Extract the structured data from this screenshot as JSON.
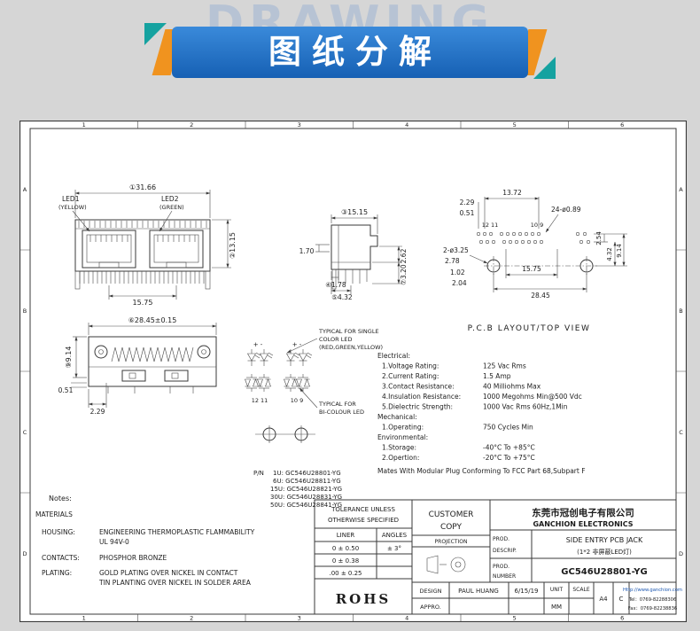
{
  "banner": {
    "watermark": "DRAWING",
    "title": "图纸分解"
  },
  "grid": {
    "cols": [
      "1",
      "2",
      "3",
      "4",
      "5",
      "6"
    ],
    "rows": [
      "A",
      "B",
      "C",
      "D"
    ]
  },
  "front_view": {
    "dim_width": "①31.66",
    "led1": "LED1",
    "led1_color": "(YELLOW)",
    "led2": "LED2",
    "led2_color": "(GREEN)",
    "dim_height": "②13.15",
    "dim_pitch": "15.75"
  },
  "bottom_view": {
    "dim_width": "⑥28.45±0.15",
    "dim_height": "⑨9.14",
    "dim_a": "0.51",
    "dim_b": "2.29"
  },
  "side_view": {
    "dim_width": "③15.15",
    "dim_a": "1.70",
    "dim_b": "④1.78",
    "dim_c": "⑤4.32",
    "dim_d": "2.62",
    "dim_e": "⑦3.20"
  },
  "led_detail": {
    "polarity": "+  -",
    "single_line1": "TYPICAL FOR SINGLE",
    "single_line2": "COLOR LED",
    "single_line3": "(RED,GREEN,YELLOW)",
    "bi_line1": "TYPICAL FOR",
    "bi_line2": "BI-COLOUR LED",
    "pins_left": "12 11",
    "pins_right": "10 9"
  },
  "pcb_view": {
    "title": "P.C.B LAYOUT/TOP VIEW",
    "dim_top": "13.72",
    "dim_a": "2.29",
    "dim_b": "0.51",
    "holes_small": "24-ø0.89",
    "pins_left": "12 11",
    "pins_right": "10 9",
    "holes_big": "2-ø3.25",
    "dim_c": "2.78",
    "dim_d": "1.02",
    "dim_e": "2.04",
    "dim_f": "15.75",
    "dim_g": "28.45",
    "dim_h": "2.54",
    "dim_i": "4.32",
    "dim_j": "9.14"
  },
  "specs": {
    "lines": [
      {
        "label": "Electrical:",
        "value": ""
      },
      {
        "label": "1.Voltage Rating:",
        "value": "125 Vac Rms"
      },
      {
        "label": "2.Current Rating:",
        "value": "1.5 Amp"
      },
      {
        "label": "3.Contact Resistance:",
        "value": "40 Milliohms Max"
      },
      {
        "label": "4.Insulation Resistance:",
        "value": "1000 Megohms Min@500 Vdc"
      },
      {
        "label": "5.Dielectric Strength:",
        "value": "1000 Vac Rms 60Hz,1Min"
      },
      {
        "label": "Mechanical:",
        "value": ""
      },
      {
        "label": "1.Operating:",
        "value": "750 Cycles Min"
      },
      {
        "label": "Environmental:",
        "value": ""
      },
      {
        "label": "1.Storage:",
        "value": "-40°C To +85°C"
      },
      {
        "label": "2.Opertion:",
        "value": "-20°C To +75°C"
      }
    ],
    "mates": "Mates With Modular Plug Conforming To FCC Part 68,Subpart F"
  },
  "part_numbers": {
    "label": "P/N",
    "items": [
      "1U: GC546U28801-YG",
      "6U: GC546U28811-YG",
      "15U: GC546U28821-YG",
      "30U: GC546U28831-YG",
      "50U: GC546U28841-YG"
    ]
  },
  "notes": {
    "title": "Notes:",
    "materials": "MATERIALS",
    "housing_label": "HOUSING:",
    "housing_value1": "ENGINEERING THERMOPLASTIC FLAMMABILITY",
    "housing_value2": "UL 94V-0",
    "contacts_label": "CONTACTS:",
    "contacts_value": "PHOSPHOR BRONZE",
    "plating_label": "PLATING:",
    "plating_value1": "GOLD PLATING OVER NICKEL IN CONTACT",
    "plating_value2": "TIN PLANTING OVER NICKEL IN SOLDER AREA"
  },
  "title_block": {
    "tolerance_line1": "TOLERANCE UNLESS",
    "tolerance_line2": "OTHERWISE SPECIFIED",
    "liner": "LINER",
    "angles": "ANGLES",
    "tol_rows": [
      {
        "liner": "0  ±  0.50",
        "angles": "± 3°"
      },
      {
        "liner": "0  ±  0.38",
        "angles": ""
      },
      {
        "liner": ".00 ± 0.25",
        "angles": ""
      }
    ],
    "rohs": "ROHS",
    "customer_line1": "CUSTOMER",
    "customer_line2": "COPY",
    "projection": "PROJECTION",
    "company_cn": "东莞市冠创电子有限公司",
    "company_en": "GANCHION ELECTRONICS",
    "prod_descrip_label1": "PROD.",
    "prod_descrip_label2": "DESCRIP.",
    "prod_descrip_value1": "SIDE ENTRY PCB JACK",
    "prod_descrip_value2": "(1*2 非屏蔽LED灯)",
    "prod_number_label1": "PROD.",
    "prod_number_label2": "NUMBER",
    "prod_number_value": "GC546U28801-YG",
    "design_label": "DESIGN",
    "design_name": "PAUL HUANG",
    "design_date": "6/15/19",
    "appro_label": "APPRO.",
    "unit_label": "UNIT",
    "unit_value": "MM",
    "scale_label": "SCALE",
    "sheet_size": "A4",
    "rev": "C",
    "website": "Http://www.ganchion.com",
    "tel": "Tel：0769-82288306",
    "fax": "Fax：0769-82238836"
  }
}
